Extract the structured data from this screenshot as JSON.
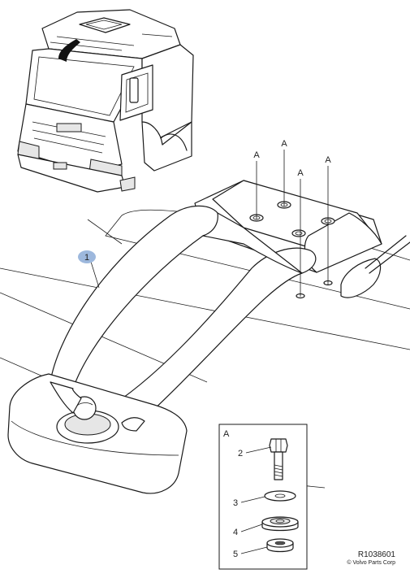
{
  "callout_main": "1",
  "detail_box": {
    "title": "A",
    "items": [
      {
        "num": "2"
      },
      {
        "num": "3"
      },
      {
        "num": "4"
      },
      {
        "num": "5"
      }
    ]
  },
  "section_markers": [
    "A",
    "A",
    "A",
    "A"
  ],
  "reference": {
    "code": "R1038601",
    "copyright": "© Volvo Parts Corp"
  },
  "colors": {
    "line": "#1a1a1a",
    "callout_fill": "#9db8dd",
    "shade": "#d9d9d9"
  }
}
